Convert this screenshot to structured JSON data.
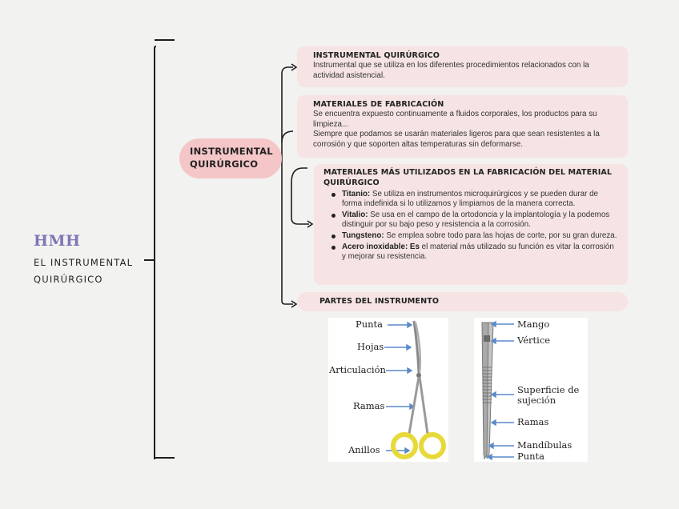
{
  "brand": {
    "logo": "HMH",
    "title": "EL INSTRUMENTAL QUIRÚRGICO"
  },
  "center_node": {
    "label": "INSTRUMENTAL\nQUIRÚRGICO"
  },
  "cards": {
    "definition": {
      "title": "INSTRUMENTAL QUIRÚRGICO",
      "text": "Instrumental que se utiliza en los diferentes procedimientos relacionados con la actividad asistencial."
    },
    "materials_fabrication": {
      "title": "MATERIALES DE FABRICACIÓN",
      "text1": "Se encuentra expuesto continuamente a fluidos corporales, los productos para su limpieza...",
      "text2": "Siempre que podamos se usarán materiales ligeros para que sean  resistentes a la corrosión y que soporten altas temperaturas sin deformarse."
    },
    "materials_used": {
      "title": "MATERIALES MÁS UTILIZADOS EN LA FABRICACIÓN DEL MATERIAL QUIRÚRGICO",
      "items": [
        {
          "term": "Titanio:",
          "text": " Se utiliza en instrumentos microquirúrgicos y se pueden durar de forma indefinida si lo utilizamos y limpiamos de la manera correcta."
        },
        {
          "term": "Vitalio:",
          "text": " Se usa en el campo de la ortodoncia y la implantología y la podemos distinguir por su bajo peso y resistencia a la corrosión."
        },
        {
          "term": "Tungsteno:",
          "text": " Se emplea sobre todo para las hojas de corte, por su gran dureza."
        },
        {
          "term": "Acero inoxidable: Es",
          "text": " el material más utilizado su función es vitar la corrosión y mejorar su resistencia."
        }
      ]
    },
    "parts": {
      "title": "PARTES DEL INSTRUMENTO"
    }
  },
  "diagram_scissors": {
    "labels": [
      "Punta",
      "Hojas",
      "Articulación",
      "Ramas",
      "Anillos"
    ]
  },
  "diagram_forceps": {
    "labels": [
      "Mango",
      "Vértice",
      "Superficie de\nsujeción",
      "Ramas",
      "Mandíbulas",
      "Punta"
    ]
  },
  "colors": {
    "logo": "#7f76b4",
    "center_node": "#f5c6c8",
    "card": "#f6e4e4",
    "arrow": "#5a8ac8",
    "handle": "#e7d93a"
  }
}
